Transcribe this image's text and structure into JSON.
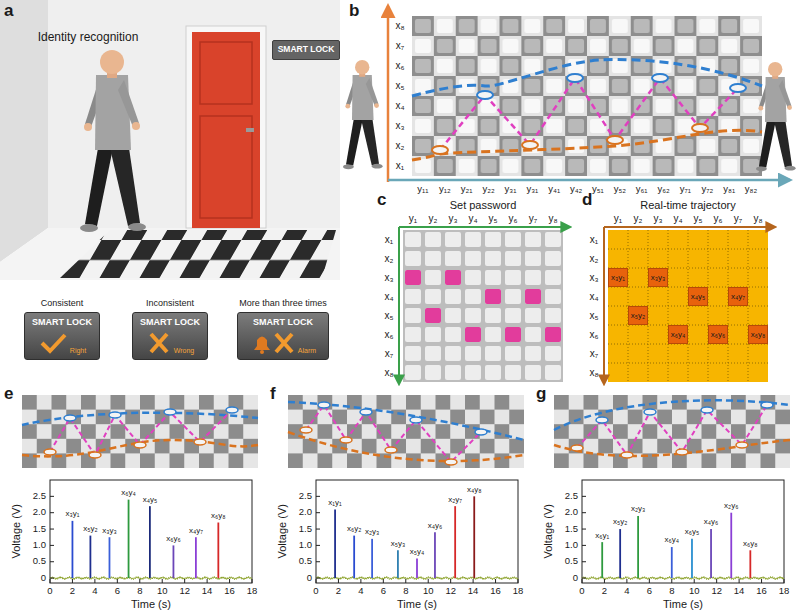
{
  "diagram": {
    "nodes": [
      {
        "text": [
          "SMART LOCK"
        ]
      },
      {
        "text": [
          "Consistent",
          "SMART LOCK",
          "Right"
        ]
      },
      {
        "text": [
          "Inconsistent",
          "SMART LOCK",
          "Wrong"
        ]
      },
      {
        "text": [
          "More than three times",
          "SMART LOCK",
          "Alarm"
        ]
      },
      {
        "text": [
          "x₃y₁"
        ]
      },
      {
        "text": [
          "x₃y₃"
        ]
      },
      {
        "text": [
          "x₄y₅"
        ]
      },
      {
        "text": [
          "x₄y₇"
        ]
      },
      {
        "text": [
          "x₅y₂"
        ]
      },
      {
        "text": [
          "x₆y₄"
        ]
      },
      {
        "text": [
          "x₆y₆"
        ]
      },
      {
        "text": [
          "x₆y₈"
        ]
      }
    ],
    "labels": [
      "a",
      "b",
      "c",
      "d",
      "e",
      "f",
      "g",
      "Identity recognition",
      "x₈",
      "x₇",
      "x₆",
      "x₅",
      "x₄",
      "x₃",
      "x₂",
      "x₁",
      "y₁₁",
      "y₁₂",
      "y₂₁",
      "y₂₂",
      "y₃₁",
      "y₃₁",
      "y₄₁",
      "y₄₂",
      "y₅₁",
      "y₅₂",
      "y₆₁",
      "y₆₂",
      "y₇₁",
      "y₇₂",
      "y₈₁",
      "y₈₂",
      "Set password",
      "y₁",
      "y₂",
      "y₃",
      "y₄",
      "y₅",
      "y₆",
      "y₇",
      "y₈",
      "x₁",
      "x₂",
      "x₃",
      "x₄",
      "x₅",
      "x₆",
      "x₇",
      "x₈",
      "Real-time trajectory",
      "y₁",
      "y₂",
      "y₃",
      "y₄",
      "y₅",
      "y₆",
      "y₇",
      "y₈",
      "x₁",
      "x₂",
      "x₃",
      "x₄",
      "x₅",
      "x₆",
      "x₇",
      "x₈",
      "x₃y₁",
      "x₅y₂",
      "x₃y₃",
      "x₆y₄",
      "x₄y₅",
      "x₆y₆",
      "x₄y₇",
      "x₆y₈",
      "2.5",
      "2.0",
      "1.5",
      "1.0",
      "0.5",
      "0",
      "0",
      "2",
      "4",
      "6",
      "8",
      "10",
      "12",
      "14",
      "16",
      "18",
      "Voltage (V)",
      "Time (s)",
      "x₁y₁",
      "x₆y₂",
      "x₂y₃",
      "x₅y₃",
      "x₅y₄",
      "x₄y₆",
      "x₂y₇",
      "x₄y₈",
      "2.5",
      "2.0",
      "1.5",
      "1.0",
      "0.5",
      "0",
      "0",
      "2",
      "4",
      "6",
      "8",
      "10",
      "12",
      "14",
      "16",
      "18",
      "Voltage (V)",
      "Time (s)",
      "x₆y₁",
      "x₅y₂",
      "x₂y₃",
      "x₆y₄",
      "x₆y₅",
      "x₄y₆",
      "x₂y₆",
      "x₆y₈",
      "2.5",
      "2.0",
      "1.5",
      "1.0",
      "0.5",
      "0",
      "0",
      "2",
      "4",
      "6",
      "8",
      "10",
      "12",
      "14",
      "16",
      "18",
      "Voltage (V)",
      "Time (s)"
    ]
  }
}
